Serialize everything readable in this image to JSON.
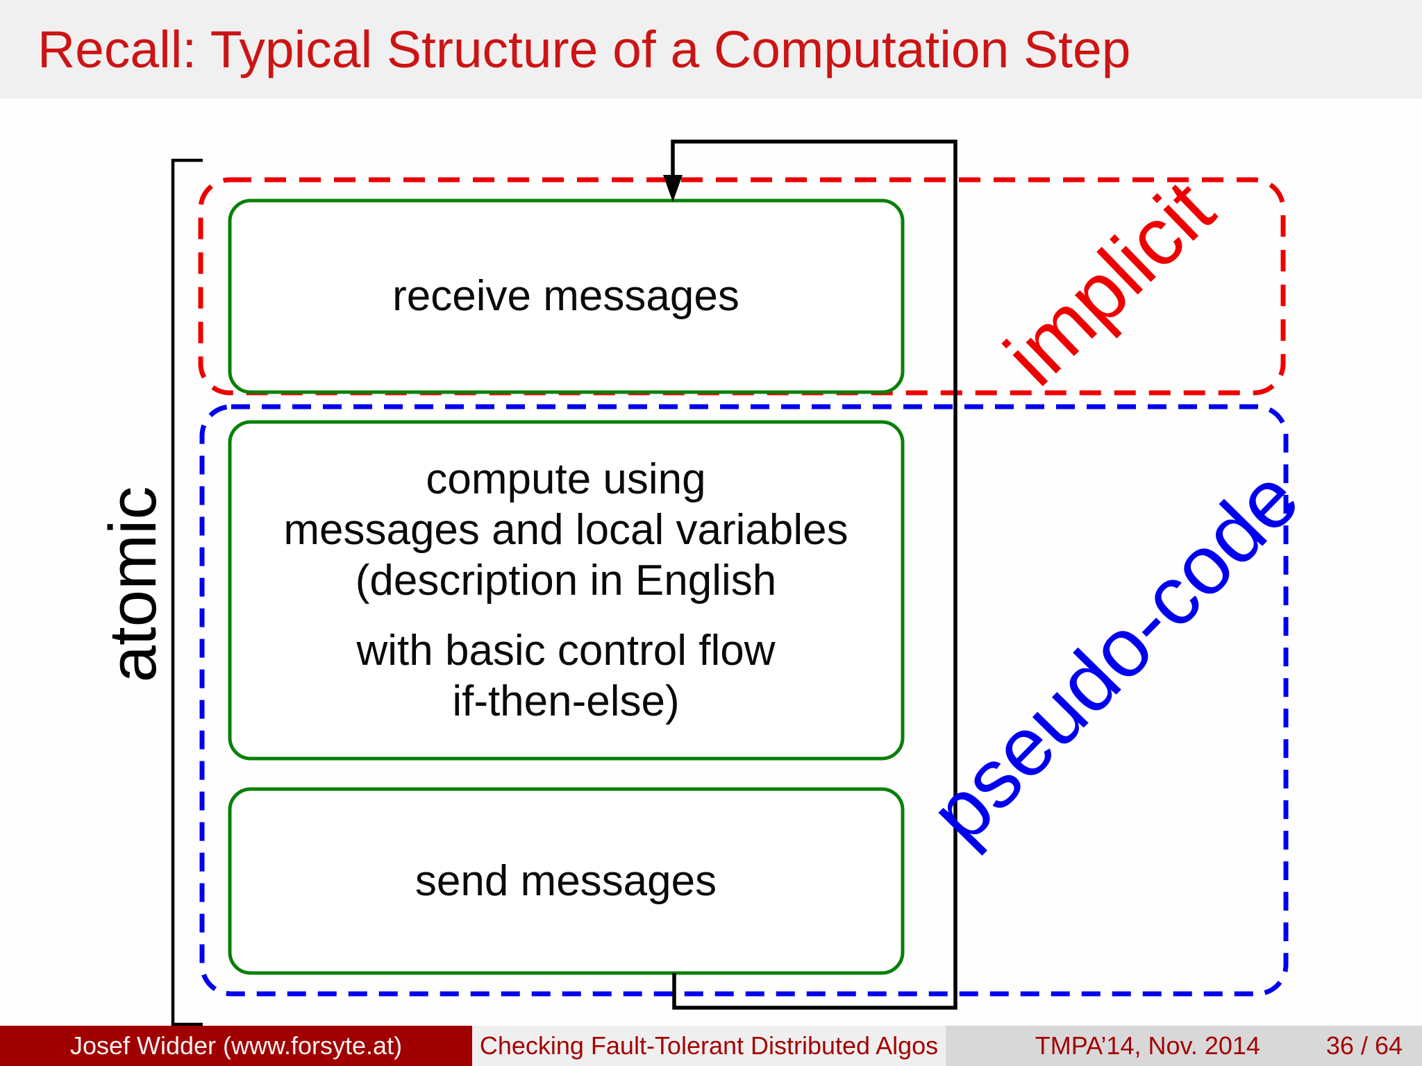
{
  "slide": {
    "title": "Recall: Typical Structure of a Computation Step"
  },
  "diagram": {
    "atomic_label": "atomic",
    "receive_box": {
      "label": "receive messages"
    },
    "compute_box": {
      "lines": [
        "compute using",
        "messages and local variables",
        "(description in English",
        "with basic control flow",
        "if-then-else)"
      ]
    },
    "send_box": {
      "label": "send messages"
    },
    "implicit_label": "implicit",
    "pseudocode_label": "pseudo-code"
  },
  "footer": {
    "author": "Josef Widder  (www.forsyte.at)",
    "talk_title": "Checking Fault-Tolerant Distributed Algos",
    "venue_date": "TMPA’14, Nov. 2014",
    "slide_number": "36 / 64"
  },
  "colors": {
    "title_red": "#cc1414",
    "dashed_red": "#ee0000",
    "dashed_blue": "#0000ee",
    "box_green": "#088008",
    "footer_maroon": "#a00000",
    "titlebar_gray": "#f1f0f0",
    "footer_light_gray": "#f0efef",
    "footer_dark_gray": "#d9d8d8"
  }
}
